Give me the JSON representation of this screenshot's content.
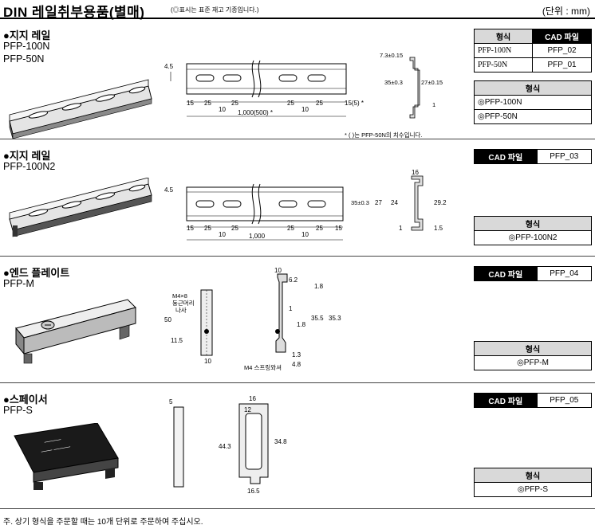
{
  "header": {
    "title": "DIN 레일취부용품(별매)",
    "note": "(◎표시는 표준 재고 기종입니다.)",
    "unit": "(단위 : mm)"
  },
  "sections": [
    {
      "title": "●지지 레일",
      "models": [
        "PFP-100N",
        "PFP-50N"
      ],
      "cad_table": {
        "col1": "형식",
        "col2": "CAD 파일",
        "rows": [
          {
            "model": "PFP-100N",
            "cad": "PFP_02"
          },
          {
            "model": "PFP-50N",
            "cad": "PFP_01"
          }
        ]
      },
      "stock_table": {
        "header": "형식",
        "rows": [
          "◎PFP-100N",
          "◎PFP-50N"
        ]
      },
      "dims": {
        "d_4_5": "4.5",
        "d_15": "15",
        "d_25": "25",
        "d_10": "10",
        "d_15_5": "15(5) *",
        "d_1000": "1,000(500) *",
        "d_7_3": "7.3±0.15",
        "d_35": "35±0.3",
        "d_27": "27±0.15",
        "d_1": "1",
        "note": "* ( )는 PFP-50N의 치수입니다."
      }
    },
    {
      "title": "●지지 레일",
      "models": [
        "PFP-100N2"
      ],
      "cad_table": {
        "col1": "CAD 파일",
        "col2": "PFP_03"
      },
      "stock_table": {
        "header": "형식",
        "rows": [
          "◎PFP-100N2"
        ]
      },
      "dims": {
        "d_4_5": "4.5",
        "d_15": "15",
        "d_25": "25",
        "d_10": "10",
        "d_1000": "1,000",
        "d_16": "16",
        "d_35": "35±0.3",
        "d_27": "27",
        "d_24": "24",
        "d_29_2": "29.2",
        "d_1": "1",
        "d_1_5": "1.5"
      }
    },
    {
      "title": "●엔드 플레이트",
      "models": [
        "PFP-M"
      ],
      "cad_table": {
        "col1": "CAD 파일",
        "col2": "PFP_04"
      },
      "stock_table": {
        "header": "형식",
        "rows": [
          "◎PFP-M"
        ]
      },
      "dims": {
        "screw_label_1": "M4×8",
        "screw_label_2": "둥근머리",
        "screw_label_3": "나사",
        "d_50": "50",
        "d_11_5": "11.5",
        "d_10": "10",
        "d_10_top": "10",
        "d_6_2": "6.2",
        "d_1_8a": "1.8",
        "d_1": "1",
        "d_1_8b": "1.8",
        "d_35_5": "35.5",
        "d_35_3": "35.3",
        "d_1_3": "1.3",
        "d_4_8": "4.8",
        "washer": "M4 스프링와셔"
      }
    },
    {
      "title": "●스페이서",
      "models": [
        "PFP-S"
      ],
      "cad_table": {
        "col1": "CAD 파일",
        "col2": "PFP_05"
      },
      "stock_table": {
        "header": "형식",
        "rows": [
          "◎PFP-S"
        ]
      },
      "dims": {
        "d_5": "5",
        "d_16": "16",
        "d_12": "12",
        "d_44_3": "44.3",
        "d_34_8": "34.8",
        "d_16_5": "16.5"
      }
    }
  ],
  "footnote": "주.  상기 형식을 주문할 때는 10개 단위로 주문하여 주십시오."
}
